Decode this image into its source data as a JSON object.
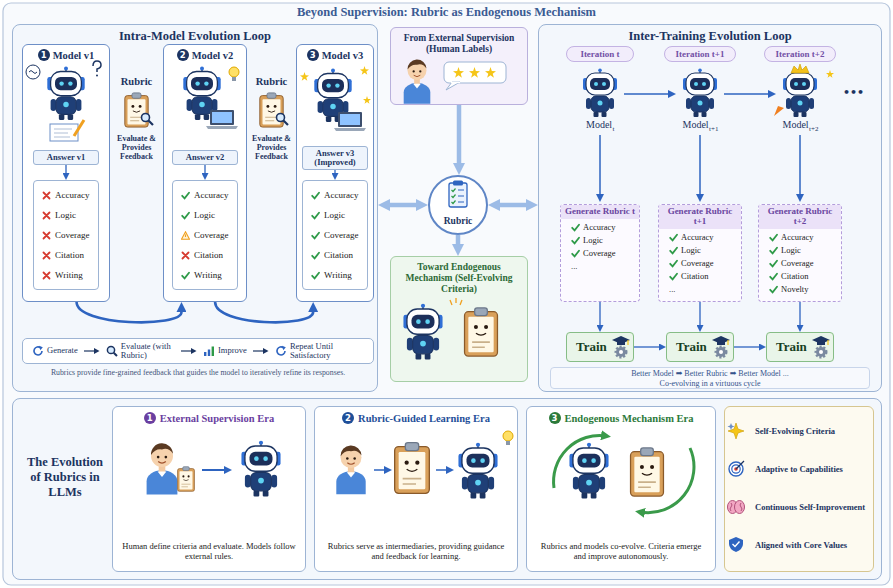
{
  "diagram": {
    "title": "Beyond Supervision: Rubric as Endogenous Mechanism",
    "nodes": [
      {
        "text": [
          "Intra-Model Evolution Loop"
        ]
      },
      {
        "text": [
          "1",
          "Model v1"
        ],
        "in": 0
      },
      {
        "text": [
          "Answer v1"
        ],
        "in": 1
      },
      {
        "text": [
          "Accuracy",
          "Logic",
          "Coverage",
          "Citation",
          "Writing"
        ],
        "in": 1
      },
      {
        "text": [
          "2",
          "Model v2"
        ],
        "in": 0
      },
      {
        "text": [
          "Answer v2"
        ],
        "in": 4
      },
      {
        "text": [
          "Accuracy",
          "Logic",
          "Coverage",
          "Citation",
          "Writing"
        ],
        "in": 4
      },
      {
        "text": [
          "3",
          "Model v3"
        ],
        "in": 0
      },
      {
        "text": [
          "Answer v3 (Improved)"
        ],
        "in": 7
      },
      {
        "text": [
          "Accuracy",
          "Logic",
          "Coverage",
          "Citation",
          "Writing"
        ],
        "in": 7
      },
      {
        "text": [
          "Generate",
          "Evaluate (with Rubric)",
          "Improve",
          "Repeat Until Satisfactory"
        ],
        "in": 0
      },
      {
        "text": [
          "From External Supervision (Human Labels)"
        ]
      },
      {
        "text": [
          "Rubric"
        ]
      },
      {
        "text": [
          "Toward Endogenous Mechanism (Self-Evolving Criteria)"
        ]
      },
      {
        "text": [
          "Inter-Training Evolution Loop"
        ]
      },
      {
        "text": [
          "Iteration t"
        ],
        "in": 14
      },
      {
        "text": [
          "Iteration t+1"
        ],
        "in": 14
      },
      {
        "text": [
          "Iteration t+2"
        ],
        "in": 14
      },
      {
        "text": [
          "Generate Rubric t",
          "Accuracy",
          "Logic",
          "Coverage",
          "..."
        ],
        "in": 14
      },
      {
        "text": [
          "Generate Rubric t+1",
          "Accuracy",
          "Logic",
          "Coverage",
          "Citation",
          "..."
        ],
        "in": 14
      },
      {
        "text": [
          "Generate Rubric t+2",
          "Accuracy",
          "Logic",
          "Coverage",
          "Citation",
          "Novelty"
        ],
        "in": 14
      },
      {
        "text": [
          "Train"
        ],
        "in": 14
      },
      {
        "text": [
          "Train"
        ],
        "in": 14
      },
      {
        "text": [
          "Train"
        ],
        "in": 14
      },
      {
        "text": [
          "Better Model ➡ Better Rubric ➡ Better Model ...",
          "Co-evolving in a virtuous cycle"
        ],
        "in": 14
      },
      {
        "text": [
          "The Evolution of Rubrics in LLMs"
        ]
      },
      {
        "text": [
          "1",
          "External Supervision Era",
          "Human define criteria and evaluate. Models follow external rules."
        ],
        "in": 25
      },
      {
        "text": [
          "2",
          "Rubric-Guided Learning Era",
          "Rubrics serve as intermediaries, providing guidance and feedback for learning."
        ],
        "in": 25
      },
      {
        "text": [
          "3",
          "Endogenous Mechanism Era",
          "Rubrics and models co-evolve. Criteria emerge and improve autonomously."
        ],
        "in": 25
      },
      {
        "text": [
          "Self-Evolving Criteria",
          "Adaptive to Capabilities",
          "Continuous Self-Improvement",
          "Aligned with Core Values"
        ],
        "in": 25
      }
    ],
    "edges": [
      {
        "from": 1,
        "to": 4,
        "arrow": "to"
      },
      {
        "from": 4,
        "to": 7,
        "arrow": "to"
      },
      {
        "from": 2,
        "to": 3,
        "arrow": "to"
      },
      {
        "from": 5,
        "to": 6,
        "arrow": "to"
      },
      {
        "from": 8,
        "to": 9,
        "arrow": "to"
      },
      {
        "from": 11,
        "to": 12,
        "arrow": "to"
      },
      {
        "from": 12,
        "to": 13,
        "arrow": "to"
      },
      {
        "from": 0,
        "to": 12,
        "arrow": "both"
      },
      {
        "from": 12,
        "to": 14,
        "arrow": "both"
      },
      {
        "from": 18,
        "to": 21,
        "arrow": "to"
      },
      {
        "from": 19,
        "to": 22,
        "arrow": "to"
      },
      {
        "from": 20,
        "to": 23,
        "arrow": "to"
      },
      {
        "from": 21,
        "to": 22,
        "arrow": "to"
      },
      {
        "from": 22,
        "to": 23,
        "arrow": "to"
      }
    ],
    "labels": [
      "Rubric",
      "Evaluate & Provides Feedback",
      "Rubric",
      "Evaluate & Provides Feedback",
      "Rubrics provide fine-grained feedback that guides the model to iteratively refine its responses.",
      "Model",
      "t",
      "Model",
      "t+1",
      "Model",
      "t+2",
      "•••"
    ]
  }
}
